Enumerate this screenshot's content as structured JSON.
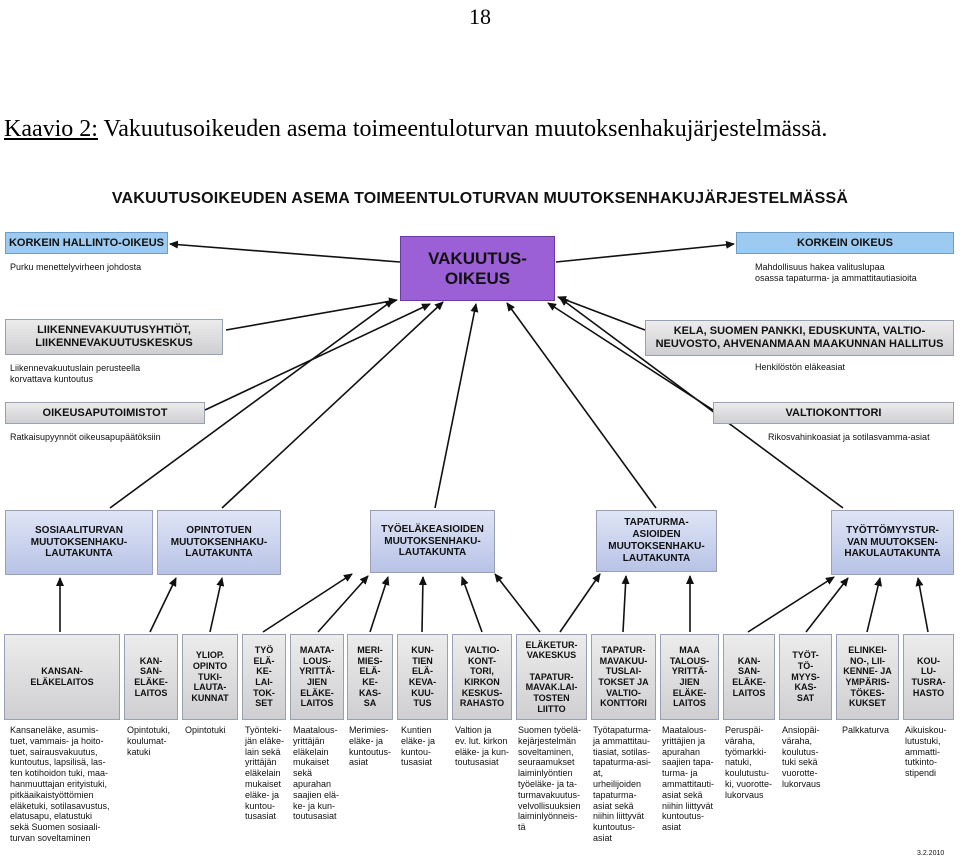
{
  "page_number": "18",
  "caption": {
    "lead": "Kaavio 2:",
    "text": " Vakuutusoikeuden asema toimeentuloturvan muutoksenhakujärjestelmässä."
  },
  "diagram_title": "VAKUUTUSOIKEUDEN ASEMA TOIMEENTULOTURVAN MUUTOKSENHAKUJÄRJESTELMÄSSÄ",
  "center": {
    "label": "VAKUUTUS-\nOIKEUS"
  },
  "upper_left": [
    {
      "label": "KORKEIN HALLINTO-OIKEUS",
      "note": "Purku menettelyvirheen johdosta"
    },
    {
      "label": "LIIKENNEVAKUUTUSYHTIÖT,\nLIIKENNEVAKUUTUSKESKUS",
      "note": "Liikennevakuutuslain perusteella\nkorvattava kuntoutus"
    },
    {
      "label": "OIKEUSAPUTOIMISTOT",
      "note": "Ratkaisupyynnöt oikeusapupäätöksiin"
    }
  ],
  "upper_right": [
    {
      "label": "KORKEIN OIKEUS",
      "note": "Mahdollisuus hakea valituslupaa\nosassa tapaturma- ja ammattitautiasioita"
    },
    {
      "label": "KELA, SUOMEN PANKKI, EDUSKUNTA, VALTIO-\nNEUVOSTO, AHVENANMAAN MAAKUNNAN HALLITUS",
      "note": "Henkilöstön eläkeasiat"
    },
    {
      "label": "VALTIOKONTTORI",
      "note": "Rikosvahinkoasiat ja sotilasvamma-asiat"
    }
  ],
  "boards": [
    {
      "label": "SOSIAALITURVAN\nMUUTOKSENHAKU-\nLAUTAKUNTA"
    },
    {
      "label": "OPINTOTUEN\nMUUTOKSENHAKU-\nLAUTAKUNTA"
    },
    {
      "label": "TYÖELÄKEASIOIDEN\nMUUTOKSENHAKU-\nLAUTAKUNTA"
    },
    {
      "label": "TAPATURMA-\nASIOIDEN\nMUUTOKSENHAKU-\nLAUTAKUNTA"
    },
    {
      "label": "TYÖTTÖMYYSTUR-\nVAN MUUTOKSEN-\nHAKULAUTAKUNTA"
    }
  ],
  "bottom": [
    {
      "label": "KANSAN-\nELÄKELAITOS",
      "note": "Kansaneläke, asumis-\ntuet, vammais- ja hoito-\ntuet, sairausvakuutus,\nkuntoutus, lapsilisä, las-\nten kotihoidon tuki, maa-\nhanmuuttajan erityistuki,\npitkäaikaistyöttömien\neläketuki, sotilasavustus,\nelatusapu, elatustuki\nsekä Suomen sosiaali-\nturvan soveltaminen"
    },
    {
      "label": "KAN-\nSAN-\nELÄKE-\nLAITOS",
      "note": "Opintotuki,\nkoulumat-\nkatuki"
    },
    {
      "label": "YLIOP.\nOPINTO\nTUKI-\nLAUTA-\nKUNNAT",
      "note": "Opintotuki"
    },
    {
      "label": "TYÖ\nELÄ-\nKE-\nLAI-\nTOK-\nSET",
      "note": "Työnteki-\njän eläke-\nlain sekä\nyrittäjän\neläkelain\nmukaiset\neläke- ja\nkuntou-\ntusasiat"
    },
    {
      "label": "MAATA-\nLOUS-\nYRITTÄ-\nJIEN\nELÄKE-\nLAITOS",
      "note": "Maatalous-\nyrittäjän\neläkelain\nmukaiset\nsekä\napurahan\nsaajien elä-\nke- ja kun-\ntoutusasiat"
    },
    {
      "label": "MERI-\nMIES-\nELÄ-\nKE-\nKAS-\nSA",
      "note": "Merimies-\neläke- ja\nkuntoutus-\nasiat"
    },
    {
      "label": "KUN-\nTIEN\nELÄ-\nKEVA-\nKUU-\nTUS",
      "note": "Kuntien\neläke- ja\nkuntou-\ntusasiat"
    },
    {
      "label": "VALTIO-\nKONT-\nTORI,\nKIRKON\nKESKUS-\nRAHASTO",
      "note": "Valtion ja\nev. lut. kirkon\neläke- ja kun-\ntoutusasiat"
    },
    {
      "label": "ELÄKETUR-\nVAKESKUS\n\nTAPATUR-\nMAVAK.LAI-\nTOSTEN\nLIITTO",
      "note": "Suomen työelä-\nkejärjestelmän\nsoveltaminen,\nseuraamukset\nlaiminlyöntien\ntyöeläke- ja ta-\nturmavakuutus-\nvelvollisuuksien\nlaiminlyönneis-\ntä"
    },
    {
      "label": "TAPATUR-\nMAVAKUU-\nTUSLAI-\nTOKSET JA\nVALTIO-\nKONTTORI",
      "note": "Työtapaturma-\nja ammattitau-\ntiasiat, sotilas-\ntapaturma-asi-\nat,\nurheilijoiden\ntapaturma-\nasiat sekä\nniihin liittyvät\nkuntoutus-\nasiat"
    },
    {
      "label": "MAA\nTALOUS-\nYRITTÄ-\nJIEN\nELÄKE-\nLAITOS",
      "note": "Maatalous-\nyrittäjien ja\napurahan\nsaajien tapa-\nturma- ja\nammattitauti-\nasiat sekä\nniihin liittyvät\nkuntoutus-\nasiat"
    },
    {
      "label": "KAN-\nSAN-\nELÄKE-\nLAITOS",
      "note": "Peruspäi-\nväraha,\ntyömarkki-\nnatuki,\nkoulutustu-\nki, vuorotte-\nlukorvaus"
    },
    {
      "label": "TYÖT-\nTÖ-\nMYYS-\nKAS-\nSAT",
      "note": "Ansiopäi-\nväraha,\nkoulutus-\ntuki sekä\nvuorotte-\nlukorvaus"
    },
    {
      "label": "ELINKEI-\nNO-, LII-\nKENNE- JA\nYMPÄRIS-\nTÖKES-\nKUKSET",
      "note": "Palkkaturva"
    },
    {
      "label": "KOU-\nLU-\nTUSRA-\nHASTO",
      "note": "Aikuiskou-\nlutustuki,\nammatti-\ntutkinto-\nstipendi"
    }
  ],
  "date_stamp": "3.2.2010",
  "colors": {
    "center": "#9b5fd6",
    "supreme_courts": "#9ccaf0",
    "boards": "#c6cfec",
    "gray_boxes": "#d6d6d8",
    "arrows": "#111111"
  }
}
